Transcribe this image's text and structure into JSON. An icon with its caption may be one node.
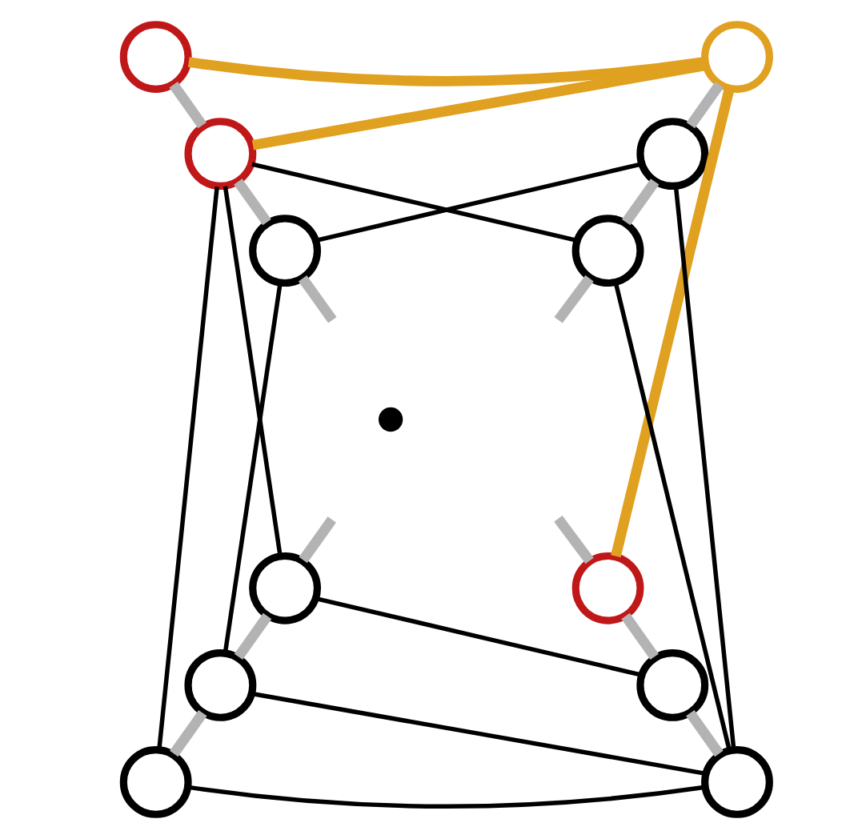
{
  "diagram": {
    "nodes": [
      {
        "text": [],
        "shape": "circle"
      },
      {
        "text": [],
        "shape": "circle"
      },
      {
        "text": [],
        "shape": "circle"
      },
      {
        "text": [],
        "shape": "circle"
      },
      {
        "text": [],
        "shape": "circle"
      },
      {
        "text": [],
        "shape": "circle"
      },
      {
        "text": [],
        "shape": "dot"
      },
      {
        "text": [],
        "shape": "circle"
      },
      {
        "text": [],
        "shape": "circle"
      },
      {
        "text": [],
        "shape": "circle"
      },
      {
        "text": [],
        "shape": "circle"
      },
      {
        "text": [],
        "shape": "circle"
      },
      {
        "text": [],
        "shape": "circle"
      }
    ],
    "edges": [
      {
        "from": 0,
        "to": 1,
        "arrow": "none",
        "color": "#e0a020"
      },
      {
        "from": 2,
        "to": 1,
        "arrow": "none",
        "color": "#e0a020"
      },
      {
        "from": 1,
        "to": 8,
        "arrow": "none",
        "color": "#e0a020"
      },
      {
        "from": 0,
        "to": 2,
        "arrow": "none"
      },
      {
        "from": 2,
        "to": 4,
        "arrow": "none"
      },
      {
        "from": 4,
        "to": null,
        "arrow": "none"
      },
      {
        "from": 1,
        "to": 3,
        "arrow": "none"
      },
      {
        "from": 3,
        "to": 5,
        "arrow": "none"
      },
      {
        "from": 5,
        "to": null,
        "arrow": "none"
      },
      {
        "from": 11,
        "to": 9,
        "arrow": "none"
      },
      {
        "from": 9,
        "to": 7,
        "arrow": "none"
      },
      {
        "from": 7,
        "to": null,
        "arrow": "none"
      },
      {
        "from": 12,
        "to": 10,
        "arrow": "none"
      },
      {
        "from": 10,
        "to": 8,
        "arrow": "none"
      },
      {
        "from": 8,
        "to": null,
        "arrow": "none"
      },
      {
        "from": 2,
        "to": 5,
        "arrow": "none",
        "color": "#000000"
      },
      {
        "from": 4,
        "to": 3,
        "arrow": "none",
        "color": "#000000"
      },
      {
        "from": 2,
        "to": 11,
        "arrow": "none",
        "color": "#000000"
      },
      {
        "from": 2,
        "to": 7,
        "arrow": "none",
        "color": "#000000"
      },
      {
        "from": 4,
        "to": 9,
        "arrow": "none",
        "color": "#000000"
      },
      {
        "from": 5,
        "to": 12,
        "arrow": "none",
        "color": "#000000"
      },
      {
        "from": 3,
        "to": 12,
        "arrow": "none",
        "color": "#000000"
      },
      {
        "from": 7,
        "to": 10,
        "arrow": "none",
        "color": "#000000"
      },
      {
        "from": 9,
        "to": 12,
        "arrow": "none",
        "color": "#000000"
      },
      {
        "from": 11,
        "to": 12,
        "arrow": "none",
        "color": "#000000"
      }
    ]
  }
}
